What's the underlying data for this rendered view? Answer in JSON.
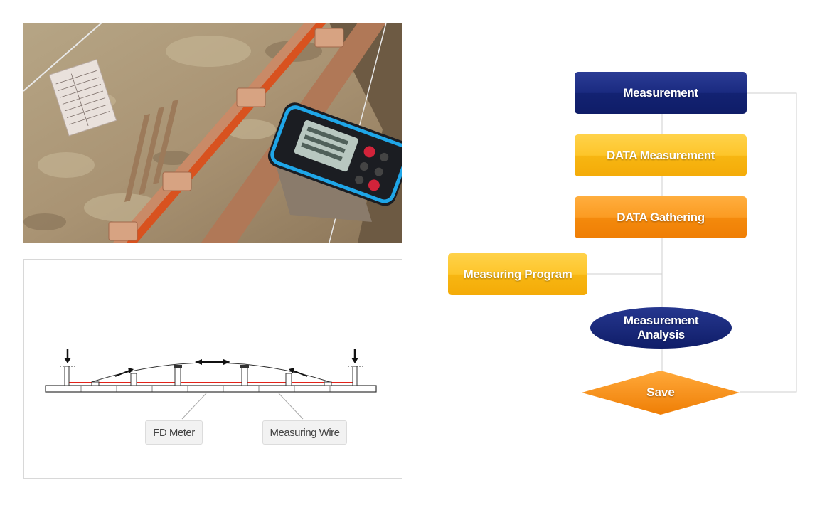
{
  "diagram": {
    "labels": {
      "fd_meter": "FD Meter",
      "measuring_wire": "Measuring Wire"
    }
  },
  "flowchart": {
    "measurement": "Measurement",
    "data_measurement": "DATA Measurement",
    "data_gathering": "DATA Gathering",
    "measuring_program": "Measuring Program",
    "analysis_line1": "Measurement",
    "analysis_line2": "Analysis",
    "save": "Save"
  },
  "colors": {
    "navy": "#13226f",
    "yellow": "#f9b918",
    "orange": "#f58d10",
    "connector": "#cfcfcf",
    "rail_red": "#e2231a"
  }
}
